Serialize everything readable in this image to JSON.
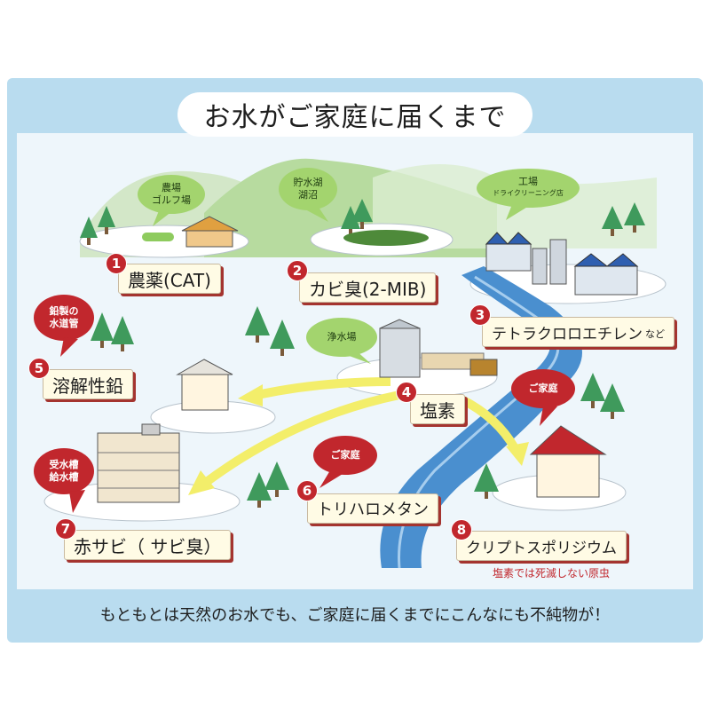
{
  "title": "お水がご家庭に届くまで",
  "footer": "もともとは天然のお水でも、ご家庭に届くまでにこんなにも不純物が！",
  "colors": {
    "frame": "#b9dcef",
    "label_bg": "#fffbe5",
    "number_red": "#c1272d",
    "bubble_green": "#a3d46e",
    "bubble_red": "#c1272d",
    "river": "#4a8fcf",
    "arrow_yellow": "#f3ee6a"
  },
  "impurities": [
    {
      "number": "1",
      "label": "農薬(CAT)",
      "note": ""
    },
    {
      "number": "2",
      "label": "カビ臭(2-MIB)",
      "note": ""
    },
    {
      "number": "3",
      "label": "テトラクロロエチレン",
      "note": "など"
    },
    {
      "number": "4",
      "label": "塩素",
      "note": ""
    },
    {
      "number": "5",
      "label": "溶解性鉛",
      "note": ""
    },
    {
      "number": "6",
      "label": "トリハロメタン",
      "note": ""
    },
    {
      "number": "7",
      "label": "赤サビ（ サビ臭）",
      "note": ""
    },
    {
      "number": "8",
      "label": "クリプトスポリジウム",
      "note": "塩素では死滅しない原虫"
    }
  ],
  "bubbles": {
    "farm": "農場\nゴルフ場",
    "reservoir": "貯水湖\n湖沼",
    "factory": "工場",
    "factory_sub": "ドライクリーニング店",
    "purification": "浄水場",
    "lead_pipe": "鉛製の\n水道管",
    "tank": "受水槽\n給水槽",
    "home_6": "ご家庭",
    "home_8": "ご家庭"
  }
}
